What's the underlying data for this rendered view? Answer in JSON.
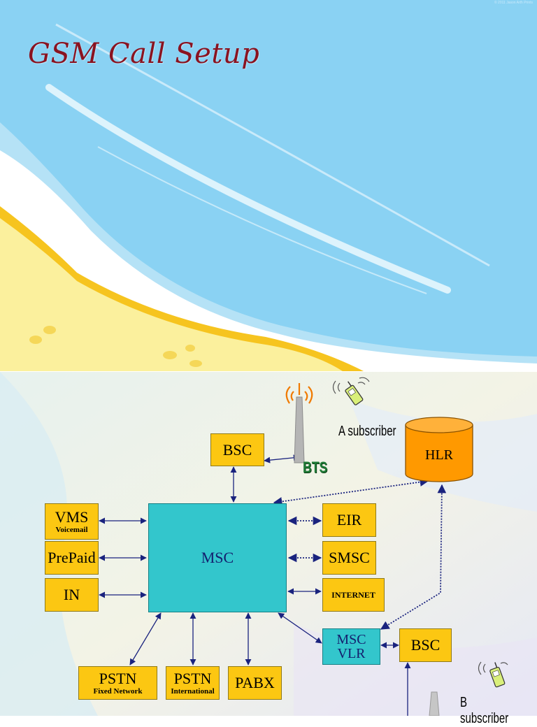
{
  "slide1": {
    "title": "GSM Call Setup",
    "copyright": "© 2011 Jason Arth Prints"
  },
  "diagram": {
    "nodes": {
      "bsc_top": {
        "label": "BSC"
      },
      "bts": {
        "label": "BTS"
      },
      "a_subscriber": {
        "label": "A subscriber"
      },
      "hlr": {
        "label": "HLR"
      },
      "vms": {
        "label": "VMS",
        "sub": "Voicemail"
      },
      "prepaid": {
        "label": "PrePaid"
      },
      "in": {
        "label": "IN"
      },
      "msc": {
        "label": "MSC"
      },
      "eir": {
        "label": "EIR"
      },
      "smsc": {
        "label": "SMSC"
      },
      "internet": {
        "label": "INTERNET"
      },
      "msc_vlr": {
        "label_line1": "MSC",
        "label_line2": "VLR"
      },
      "bsc_right": {
        "label": "BSC"
      },
      "pstn_fixed": {
        "label": "PSTN",
        "sub": "Fixed Network"
      },
      "pstn_intl": {
        "label": "PSTN",
        "sub": "International"
      },
      "pabx": {
        "label": "PABX"
      },
      "b_subscriber": {
        "label": "B subscriber"
      }
    },
    "colors": {
      "box_fill": "#fcc712",
      "msc_fill": "#33c6cc",
      "hlr_fill": "#ff9900",
      "arrow": "#1a237e",
      "title": "#8a1320"
    }
  }
}
